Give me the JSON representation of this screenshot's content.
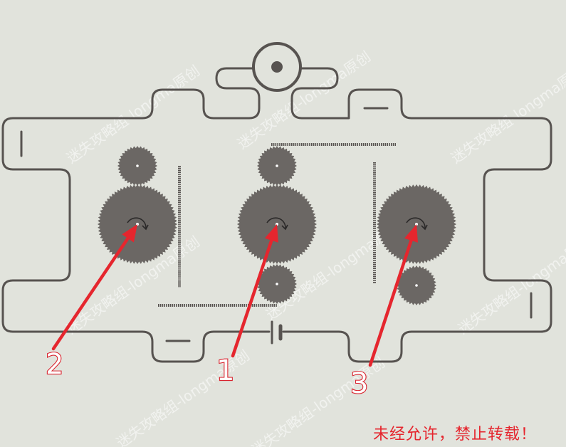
{
  "puzzle": {
    "gears_large": [
      {
        "id": "gear-left",
        "rotation": "clockwise"
      },
      {
        "id": "gear-middle",
        "rotation": "clockwise"
      },
      {
        "id": "gear-right",
        "rotation": "clockwise"
      }
    ],
    "gears_small": [
      "gear-small-left-top",
      "gear-small-middle-top",
      "gear-small-middle-bottom",
      "gear-small-right-bottom"
    ],
    "steps": [
      {
        "label": "2",
        "target": "gear-left"
      },
      {
        "label": "1",
        "target": "gear-middle"
      },
      {
        "label": "3",
        "target": "gear-right"
      }
    ]
  },
  "watermark": {
    "text": "迷失攻略组-longma原创"
  },
  "notice": "未经允许，禁止转载！",
  "colors": {
    "background": "#e1e3dc",
    "wire": "#575350",
    "gear": "#6b6764",
    "arrow": "#e5262e"
  },
  "icons": {
    "rotation": "clockwise-arrow-icon",
    "power": "motor-hub-icon",
    "battery": "battery-icon"
  }
}
